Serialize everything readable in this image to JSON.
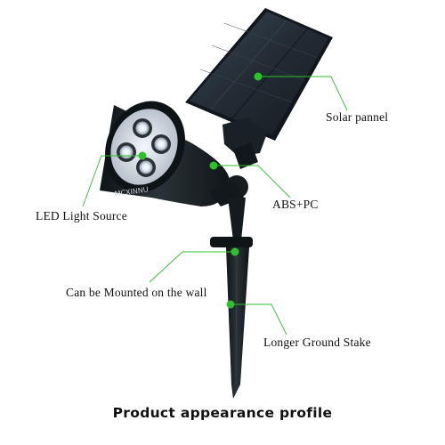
{
  "colors": {
    "callout": "#2fbf2f",
    "product_body": "#1b2328",
    "panel": "#26303a",
    "led_glow": "#e8f2ff"
  },
  "product": {
    "brand_mark": "MCXINNU"
  },
  "callouts": {
    "solar_panel": "Solar pannel",
    "abs_pc": "ABS+PC",
    "led_source": "LED Light Source",
    "wall_mount": "Can be Mounted on the wall",
    "ground_stake": "Longer Ground Stake"
  },
  "caption": "Product appearance profile"
}
